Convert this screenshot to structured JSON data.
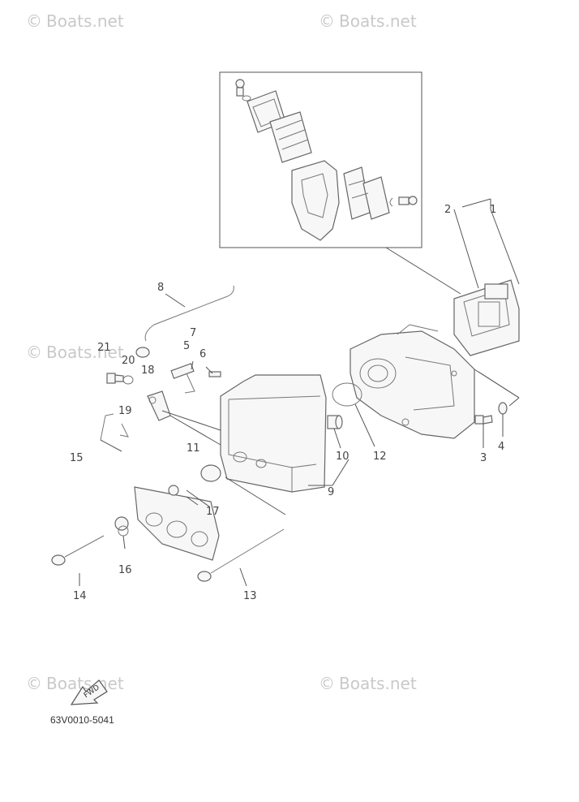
{
  "watermarks": [
    {
      "copy": "©",
      "text": "Boats.net"
    },
    {
      "copy": "©",
      "text": "Boats.net"
    },
    {
      "copy": "©",
      "text": "Boats.net"
    },
    {
      "copy": "©",
      "text": "Boats.net"
    },
    {
      "copy": "©",
      "text": "Boats.net"
    }
  ],
  "callouts": [
    "1",
    "2",
    "3",
    "4",
    "5",
    "6",
    "7",
    "8",
    "9",
    "10",
    "11",
    "12",
    "13",
    "14",
    "15",
    "16",
    "17",
    "18",
    "19",
    "20",
    "21"
  ],
  "fwd_arrow_text": "FWD",
  "diagram_code": "63V0010-5041",
  "colors": {
    "line": "#555555",
    "watermark": "#c9c9c9",
    "background": "#ffffff"
  }
}
